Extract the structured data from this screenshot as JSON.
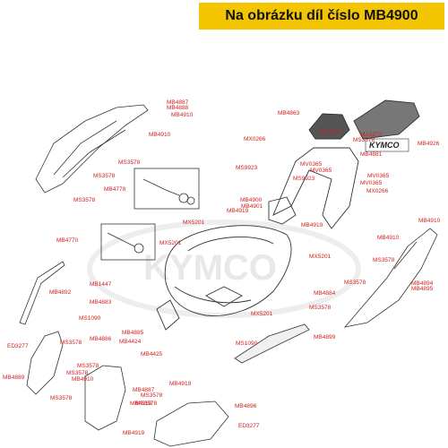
{
  "header": {
    "title": "Na obrázku díl číslo MB4900"
  },
  "watermark": {
    "text": "KYMCO"
  },
  "brand_badge": {
    "text": "KYMCO"
  },
  "colors": {
    "banner": "#f2c500",
    "label": "#d42020",
    "line": "#333333"
  },
  "labels": [
    "MB4887",
    "MB4888",
    "MB4910",
    "MB4910",
    "MS3578",
    "MS3578",
    "MB4778",
    "MS3578",
    "MB4770",
    "MB4892",
    "MB1447",
    "MB4883",
    "MS1090",
    "MB4886",
    "MB4885",
    "MB4424",
    "MB4425",
    "MS1090",
    "ED3277",
    "MS3578",
    "MS3578",
    "MB4889",
    "MB4910",
    "MS3578",
    "MS3578",
    "MB4887",
    "MS3578",
    "MS3578",
    "MB4919",
    "MB4910",
    "MB4919",
    "MB4896",
    "ED3277",
    "MB4863",
    "MX0266",
    "MA3272",
    "MA3272",
    "MS3578",
    "MB4881",
    "MB4926",
    "MS9923",
    "MV0365",
    "MV0365",
    "MS9923",
    "MV0365",
    "MV0365",
    "MX0266",
    "MB4900",
    "MB4901",
    "MB4919",
    "MX5201",
    "MB4919",
    "MX5201",
    "MX5201",
    "MB4910",
    "MB4910",
    "MS3578",
    "MS3578",
    "MB4884",
    "MB4894",
    "MB4895",
    "MS3578",
    "MB4899",
    "MX5201"
  ]
}
